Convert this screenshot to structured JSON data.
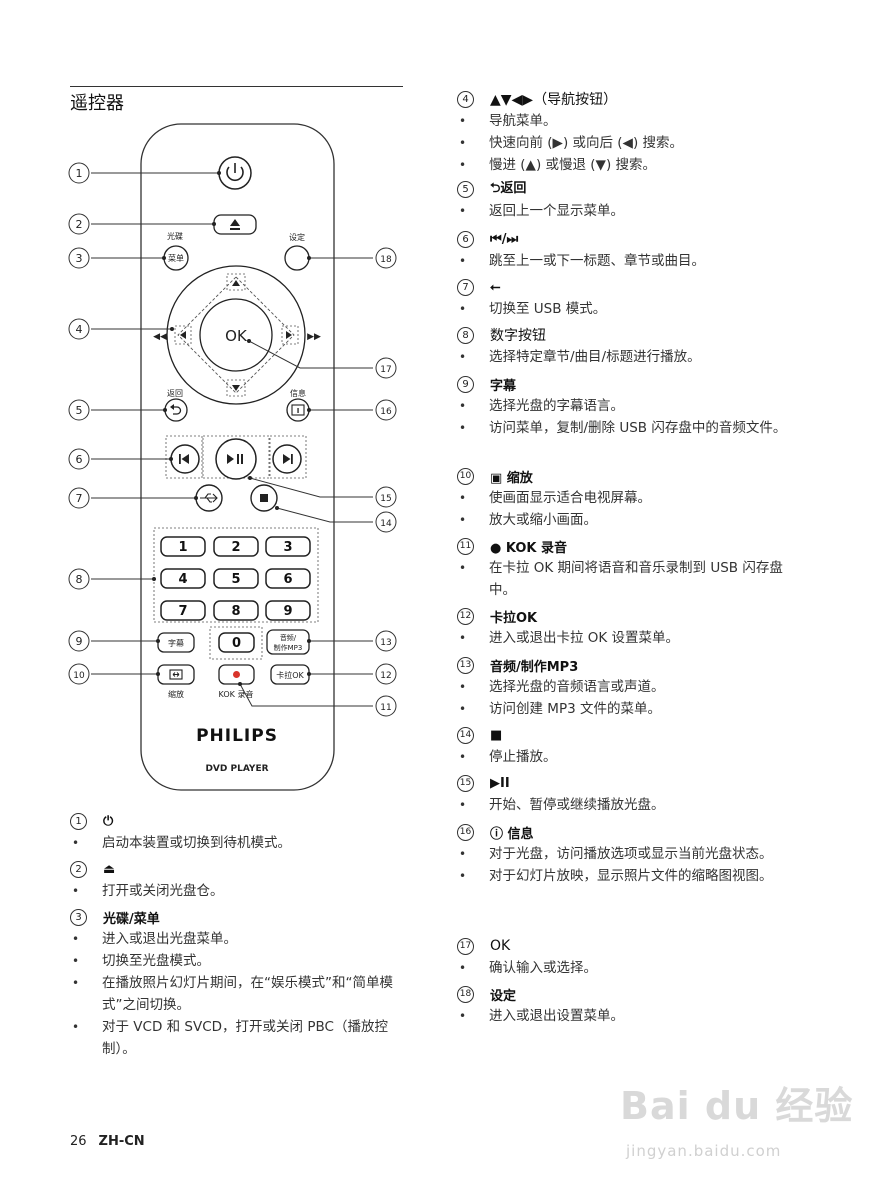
{
  "section_title": "遥控器",
  "remote": {
    "disc_label": "光碟",
    "menu_button": "菜单",
    "setup_label": "设定",
    "ok_button": "OK",
    "back_label": "返回",
    "info_label": "信息",
    "numbers": [
      "1",
      "2",
      "3",
      "4",
      "5",
      "6",
      "7",
      "8",
      "9",
      "0"
    ],
    "subtitle_button": "字幕",
    "audio_button_line1": "音频/",
    "audio_button_line2": "制作MP3",
    "zoom_label": "缩放",
    "kok_label": "KOK 录音",
    "karaoke_button": "卡拉OK",
    "brand": "PHILIPS",
    "model": "DVD PLAYER"
  },
  "callouts": [
    "1",
    "2",
    "3",
    "4",
    "5",
    "6",
    "7",
    "8",
    "9",
    "10",
    "11",
    "12",
    "13",
    "14",
    "15",
    "16",
    "17",
    "18"
  ],
  "left_entries": [
    {
      "num": "1",
      "label": "⏻",
      "items": [
        "启动本装置或切换到待机模式。"
      ]
    },
    {
      "num": "2",
      "label": "⏏",
      "items": [
        "打开或关闭光盘仓。"
      ]
    },
    {
      "num": "3",
      "label": "光碟/菜单",
      "items": [
        "进入或退出光盘菜单。",
        "切换至光盘模式。",
        "在播放照片幻灯片期间，在“娱乐模式”和“简单模式”之间切换。",
        "对于 VCD 和 SVCD，打开或关闭 PBC（播放控制）。"
      ]
    }
  ],
  "right_entries": [
    {
      "num": "4",
      "label": "▲▼◀▶（导航按钮）",
      "items": [
        "导航菜单。",
        "快速向前 (▶) 或向后 (◀) 搜索。",
        "慢进 (▲) 或慢退 (▼) 搜索。"
      ]
    },
    {
      "num": "5",
      "label": "⮌返回",
      "items": [
        "返回上一个显示菜单。"
      ]
    },
    {
      "num": "6",
      "label": "⏮/⏭",
      "items": [
        "跳至上一或下一标题、章节或曲目。"
      ]
    },
    {
      "num": "7",
      "label": "⭠",
      "items": [
        "切换至 USB 模式。"
      ]
    },
    {
      "num": "8",
      "label": "数字按钮",
      "items": [
        "选择特定章节/曲目/标题进行播放。"
      ]
    },
    {
      "num": "9",
      "label": "字幕",
      "items": [
        "选择光盘的字幕语言。",
        "访问菜单，复制/删除 USB 闪存盘中的音频文件。"
      ]
    },
    {
      "num": "10",
      "label": "▣ 缩放",
      "items": [
        "使画面显示适合电视屏幕。",
        "放大或缩小画面。"
      ]
    },
    {
      "num": "11",
      "label": "● KOK 录音",
      "items": [
        "在卡拉 OK 期间将语音和音乐录制到 USB 闪存盘中。"
      ]
    },
    {
      "num": "12",
      "label": "卡拉OK",
      "items": [
        "进入或退出卡拉 OK 设置菜单。"
      ]
    },
    {
      "num": "13",
      "label": "音频/制作MP3",
      "items": [
        "选择光盘的音频语言或声道。",
        "访问创建 MP3 文件的菜单。"
      ]
    },
    {
      "num": "14",
      "label": "■",
      "items": [
        "停止播放。"
      ]
    },
    {
      "num": "15",
      "label": "▶II",
      "items": [
        "开始、暂停或继续播放光盘。"
      ]
    },
    {
      "num": "16",
      "label": "ⓘ 信息",
      "items": [
        "对于光盘，访问播放选项或显示当前光盘状态。",
        "对于幻灯片放映，显示照片文件的缩略图视图。"
      ]
    },
    {
      "num": "17",
      "label": "OK",
      "items": [
        "确认输入或选择。"
      ]
    },
    {
      "num": "18",
      "label": "设定",
      "items": [
        "进入或退出设置菜单。"
      ]
    }
  ],
  "footer": {
    "page": "26",
    "lang": "ZH-CN"
  },
  "watermark": {
    "main": "Bai du 经验",
    "sub": "jingyan.baidu.com"
  }
}
